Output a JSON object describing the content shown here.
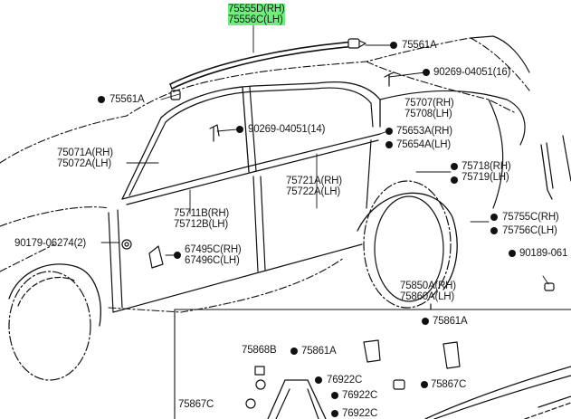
{
  "highlight_color": "#6cf07a",
  "labels": {
    "l_75555": [
      "75555D(RH)",
      "75556C(LH)"
    ],
    "l_75561a_top": [
      "75561A"
    ],
    "l_90269_top": [
      "90269-04051(16)"
    ],
    "l_75561a_left": [
      "75561A"
    ],
    "l_90269_mid": [
      "90269-04051(14)"
    ],
    "l_75707": [
      "75707(RH)",
      "75708(LH)"
    ],
    "l_75653a": [
      "75653A(RH)"
    ],
    "l_75654a": [
      "75654A(LH)"
    ],
    "l_75071a": [
      "75071A(RH)",
      "75072A(LH)"
    ],
    "l_75718": [
      "75718(RH)",
      "75719(LH)"
    ],
    "l_75721a": [
      "75721A(RH)",
      "75722A(LH)"
    ],
    "l_75711b": [
      "75711B(RH)",
      "75712B(LH)"
    ],
    "l_75755c": [
      "75755C(RH)"
    ],
    "l_75756c": [
      "75756C(LH)"
    ],
    "l_90179": [
      "90179-06274(2)"
    ],
    "l_67495c": [
      "67495C(RH)",
      "67496C(LH)"
    ],
    "l_90189": [
      "90189-061"
    ],
    "l_75850a": [
      "75850A(RH)",
      "75860A(LH)"
    ],
    "l_75861a_a": [
      "75861A"
    ],
    "l_75868b": [
      "75868B"
    ],
    "l_75861a_b": [
      "75861A"
    ],
    "l_76922c_a": [
      "76922C"
    ],
    "l_76922c_b": [
      "76922C"
    ],
    "l_75867c_a": [
      "75867C"
    ],
    "l_75867c_b": [
      "75867C"
    ],
    "l_76922c_c": [
      "76922C"
    ]
  }
}
